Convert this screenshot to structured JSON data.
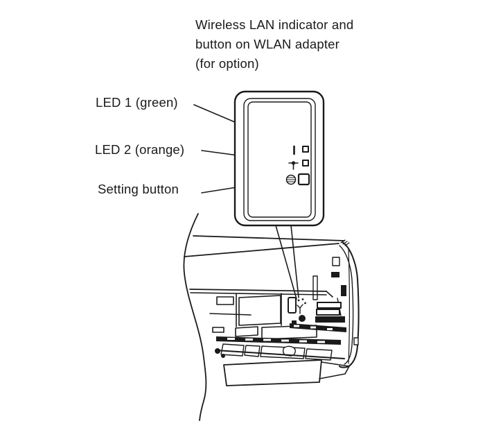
{
  "figure": {
    "title": "Wireless LAN indicator and\nbutton on WLAN adapter\n(for option)",
    "labels": {
      "led1": "LED 1 (green)",
      "led2": "LED 2 (orange)",
      "setting": "Setting button"
    },
    "callout_panel": {
      "icons": [
        {
          "name": "led1-status-bar-icon",
          "meaning": "LED 1 indicator mark"
        },
        {
          "name": "led2-antenna-icon",
          "meaning": "LED 2 wireless antenna mark"
        },
        {
          "name": "setting-globe-icon",
          "meaning": "Setting button network mark"
        }
      ],
      "controls": [
        "led1-window",
        "led2-window",
        "setting-button-square"
      ]
    },
    "drawing": "air-conditioner-indoor-unit-with-open-front-panel",
    "colors": {
      "line": "#1a1a1a",
      "background": "#ffffff"
    }
  }
}
